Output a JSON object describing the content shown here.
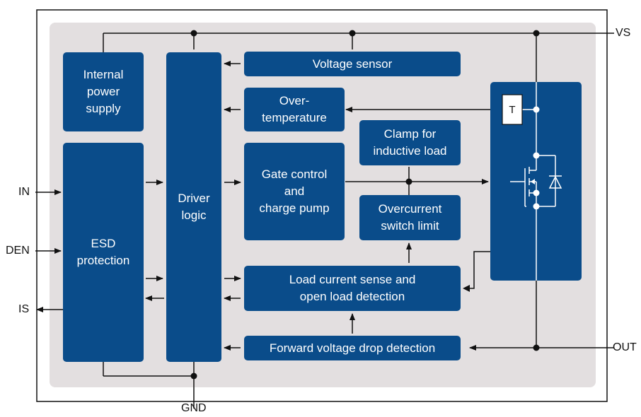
{
  "colors": {
    "block": "#0a4c8a",
    "background_panel": "#e3dfe0",
    "frame": "#111111",
    "line": "#111111"
  },
  "pins": {
    "vs": "VS",
    "in": "IN",
    "den": "DEN",
    "is": "IS",
    "out": "OUT",
    "gnd": "GND"
  },
  "blocks": {
    "internal_power_supply": "Internal\npower\nsupply",
    "esd_protection": "ESD\nprotection",
    "driver_logic": "Driver\nlogic",
    "voltage_sensor": "Voltage sensor",
    "over_temperature": "Over-\ntemperature",
    "clamp": "Clamp for\ninductive load",
    "gate_control": "Gate control\nand\ncharge pump",
    "overcurrent": "Overcurrent\nswitch limit",
    "load_current_sense": "Load current sense and\nopen load detection",
    "forward_voltage": "Forward voltage drop detection"
  },
  "power_stage": {
    "temp_sensor_label": "T",
    "icons": [
      "mosfet-icon",
      "diode-icon",
      "temperature-sensor-icon"
    ]
  }
}
